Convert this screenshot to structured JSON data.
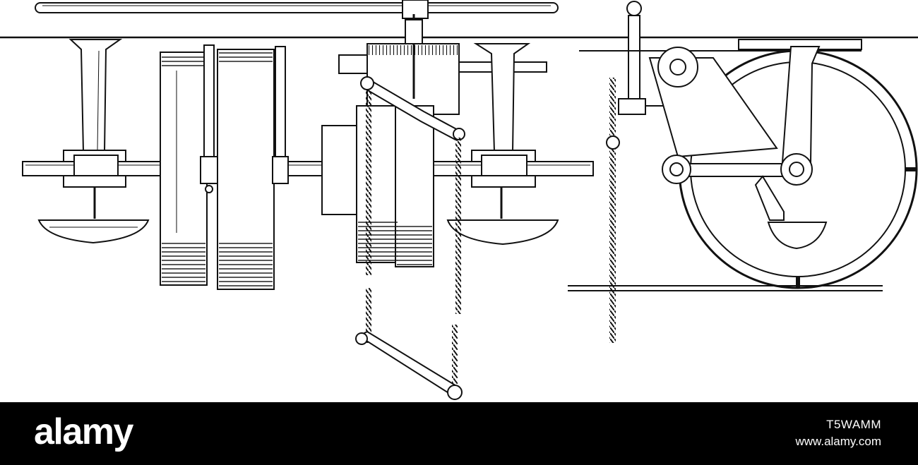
{
  "footer": {
    "brand": "alamy",
    "image_id": "T5WAMM",
    "url": "www.alamy.com"
  },
  "colors": {
    "footer_background": "#000000",
    "footer_text": "#ffffff",
    "ink": "#111111",
    "paper": "#ffffff"
  },
  "illustration": {
    "style": "black-and-white engraving"
  }
}
